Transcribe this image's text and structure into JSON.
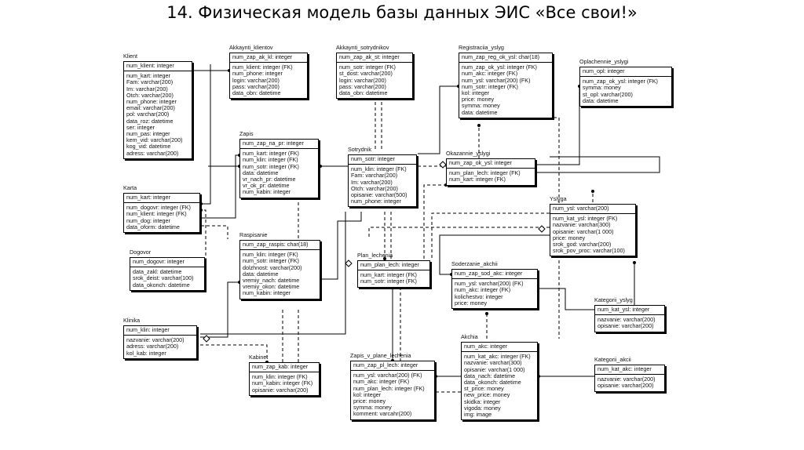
{
  "title": "14. Физическая модель базы данных ЭИС «Все свои!»",
  "entities": [
    {
      "name": "Klient",
      "pk": "num_klient: integer",
      "attrs": [
        "num_kart: integer",
        "Fam: varchar(200)",
        "Im: varchar(200)",
        "Otch: varchar(200)",
        "num_phone: integer",
        "email: varchar(200)",
        "pol: varchar(200)",
        "data_roz: datetime",
        "ser: integer",
        "num_pas: integer",
        "kem_vid: varchar(200)",
        "kog_vid: datetime",
        "adress: varchar(200)"
      ]
    },
    {
      "name": "Akkaynti_klientov",
      "pk": "num_zap_ak_kl: integer",
      "attrs": [
        "num_klient: integer (FK)",
        "num_phone: integer",
        "login: varchar(200)",
        "pass: varchar(200)",
        "data_obn: datetime"
      ]
    },
    {
      "name": "Akkaynti_sotrydnikov",
      "pk": "num_zap_ak_st: integer",
      "attrs": [
        "num_sotr: integer (FK)",
        "st_dost: varchar(200)",
        "login: varchar(200)",
        "pass: varchar(200)",
        "data_obn: datetime"
      ]
    },
    {
      "name": "Registraciia_yslyg",
      "pk": "num_zap_reg_ok_ysl: char(18)",
      "attrs": [
        "num_zap_ok_ysl: integer (FK)",
        "num_akc: integer (FK)",
        "num_ysl: varchar(200) (FK)",
        "num_sotr: integer (FK)",
        "kol: integer",
        "price: money",
        "symma: money",
        "data: datetime"
      ]
    },
    {
      "name": "Oplachennie_yslygi",
      "pk": "num_opl: integer",
      "attrs": [
        "num_zap_ok_ysl: integer (FK)",
        "symma: money",
        "st_opl: varchar(200)",
        "data: datetime"
      ]
    },
    {
      "name": "Zapis",
      "pk": "num_zap_na_pr: integer",
      "attrs": [
        "num_kart: integer (FK)",
        "num_klin: integer (FK)",
        "num_sotr: integer (FK)",
        "data: datetime",
        "vr_nach_pr: datetime",
        "vr_ok_pr: datetime",
        "num_kabin: integer"
      ]
    },
    {
      "name": "Sotrydnik",
      "pk": "num_sotr: integer",
      "attrs": [
        "num_klin: integer (FK)",
        "Fam: varchar(200)",
        "Im: varchar(200)",
        "Otch: varchar(200)",
        "opisanie: varchar(500)",
        "num_phone: integer"
      ]
    },
    {
      "name": "Okazannie_yslygi",
      "pk": "num_zap_ok_ysl: integer",
      "attrs": [
        "num_plan_lech: integer (FK)",
        "num_kart: integer (FK)"
      ]
    },
    {
      "name": "Karta",
      "pk": "num_kart: integer",
      "attrs": [
        "num_dogovr: integer (FK)",
        "num_klient: integer (FK)",
        "num_dog: integer",
        "data_oform: datetime"
      ]
    },
    {
      "name": "Yslyga",
      "pk": "num_ysl: varchar(200)",
      "attrs": [
        "num_kat_ysl: integer (FK)",
        "nazvanie: varchar(300)",
        "opisanie: varchar(1 000)",
        "price: money",
        "srok_god: varchar(200)",
        "srok_pov_proc: varchar(100)"
      ]
    },
    {
      "name": "Dogovor",
      "pk": "num_dogovr: integer",
      "attrs": [
        "data_zakl: datetime",
        "srok_deist: varchar(100)",
        "data_okonch: datetime"
      ]
    },
    {
      "name": "Raspisanie",
      "pk": "num_zap_raspis: char(18)",
      "attrs": [
        "num_klin: integer (FK)",
        "num_sotr: integer (FK)",
        "dolzhnost: varchar(200)",
        "data: datetime",
        "vremiy_nach: datetime",
        "vremiy_okon: datetime",
        "num_kabin: integer"
      ]
    },
    {
      "name": "Plan_lechenia",
      "pk": "num_plan_lech: integer",
      "attrs": [
        "num_kart: integer (FK)",
        "num_sotr: integer (FK)"
      ]
    },
    {
      "name": "Soderzanie_akchii",
      "pk": "num_zap_sod_akc: integer",
      "attrs": [
        "num_ysl: varchar(200) (FK)",
        "num_akc: integer (FK)",
        "kolichestvo: integer",
        "price: money"
      ]
    },
    {
      "name": "Kategorii_yslyg",
      "pk": "num_kat_ysl: integer",
      "attrs": [
        "nazvanie: varchar(200)",
        "opisanie: varchar(200)"
      ]
    },
    {
      "name": "Klinika",
      "pk": "num_klin: integer",
      "attrs": [
        "nazvanie: varchar(200)",
        "adress: varchar(200)",
        "kol_kab: integer"
      ]
    },
    {
      "name": "Kabinet",
      "pk": "num_zap_kab: integer",
      "attrs": [
        "num_klin: integer (FK)",
        "num_kabin: integer (FK)",
        "opisanie: varchar(200)"
      ]
    },
    {
      "name": "Zapis_v_plane_lechenia",
      "pk": "num_zap_pl_lech: integer",
      "attrs": [
        "num_ysl: varchar(200) (FK)",
        "num_akc: integer (FK)",
        "num_plan_lech: integer (FK)",
        "kol: integer",
        "price: money",
        "symma: money",
        "komment: varcahr(200)"
      ]
    },
    {
      "name": "Akchia",
      "pk": "num_akc: integer",
      "attrs": [
        "num_kat_akc: integer (FK)",
        "nazvanie: varchar(300)",
        "opisanie: varchar(1 000)",
        "data_nach: datetime",
        "data_okonch: datetime",
        "st_price: money",
        "new_price: money",
        "skidka: integer",
        "vigoda: money",
        "img: image"
      ]
    },
    {
      "name": "Kategorii_akcii",
      "pk": "num_kat_akc: integer",
      "attrs": [
        "nazvanie: varchar(200)",
        "opisanie: varchar(200)"
      ]
    }
  ]
}
